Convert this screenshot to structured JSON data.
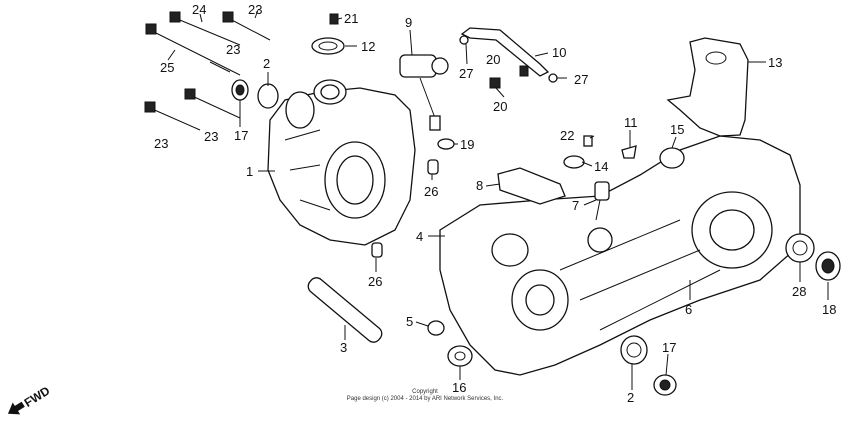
{
  "callouts": [
    "1",
    "2",
    "2",
    "3",
    "4",
    "5",
    "6",
    "7",
    "8",
    "9",
    "10",
    "11",
    "12",
    "13",
    "14",
    "15",
    "16",
    "17",
    "17",
    "18",
    "19",
    "20",
    "20",
    "21",
    "22",
    "23",
    "23",
    "23",
    "23",
    "24",
    "25",
    "26",
    "26",
    "27",
    "27",
    "28"
  ],
  "copyright": {
    "line1": "Copyright",
    "line2": "Page design (c) 2004 - 2014 by ARI Network Services, Inc."
  },
  "fwd_label": "FWD"
}
